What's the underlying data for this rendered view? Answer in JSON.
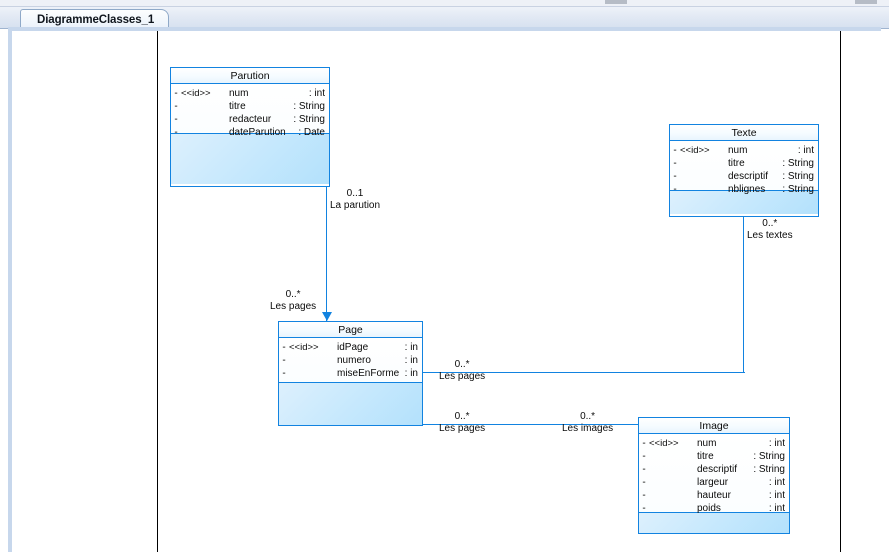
{
  "window": {
    "tab_label": "DiagrammeClasses_1"
  },
  "diagram": {
    "type": "uml-class-diagram",
    "classes": [
      {
        "id": "parution",
        "name": "Parution",
        "attributes": [
          {
            "visibility": "-",
            "stereotype": "<<id>>",
            "name": "num",
            "type": ": int"
          },
          {
            "visibility": "-",
            "stereotype": "",
            "name": "titre",
            "type": ": String"
          },
          {
            "visibility": "-",
            "stereotype": "",
            "name": "redacteur",
            "type": ": String"
          },
          {
            "visibility": "-",
            "stereotype": "",
            "name": "dateParution",
            "type": ": Date"
          }
        ]
      },
      {
        "id": "texte",
        "name": "Texte",
        "attributes": [
          {
            "visibility": "-",
            "stereotype": "<<id>>",
            "name": "num",
            "type": ": int"
          },
          {
            "visibility": "-",
            "stereotype": "",
            "name": "titre",
            "type": ": String"
          },
          {
            "visibility": "-",
            "stereotype": "",
            "name": "descriptif",
            "type": ": String"
          },
          {
            "visibility": "-",
            "stereotype": "",
            "name": "nblignes",
            "type": ": String"
          }
        ]
      },
      {
        "id": "page",
        "name": "Page",
        "attributes": [
          {
            "visibility": "-",
            "stereotype": "<<id>>",
            "name": "idPage",
            "type": ": in"
          },
          {
            "visibility": "-",
            "stereotype": "",
            "name": "numero",
            "type": ": in"
          },
          {
            "visibility": "-",
            "stereotype": "",
            "name": "miseEnForme",
            "type": ": in"
          }
        ]
      },
      {
        "id": "image",
        "name": "Image",
        "attributes": [
          {
            "visibility": "-",
            "stereotype": "<<id>>",
            "name": "num",
            "type": ": int"
          },
          {
            "visibility": "-",
            "stereotype": "",
            "name": "titre",
            "type": ": String"
          },
          {
            "visibility": "-",
            "stereotype": "",
            "name": "descriptif",
            "type": ": String"
          },
          {
            "visibility": "-",
            "stereotype": "",
            "name": "largeur",
            "type": ": int"
          },
          {
            "visibility": "-",
            "stereotype": "",
            "name": "hauteur",
            "type": ": int"
          },
          {
            "visibility": "-",
            "stereotype": "",
            "name": "poids",
            "type": ": int"
          }
        ]
      }
    ],
    "associations": [
      {
        "id": "parution-end",
        "multiplicity": "0..1",
        "role": "La parution"
      },
      {
        "id": "page-end",
        "multiplicity": "0..*",
        "role": "Les pages"
      },
      {
        "id": "textes-end",
        "multiplicity": "0..*",
        "role": "Les textes"
      },
      {
        "id": "pages-mid-end",
        "multiplicity": "0..*",
        "role": "Les pages"
      },
      {
        "id": "pages-low-end",
        "multiplicity": "0..*",
        "role": "Les pages"
      },
      {
        "id": "images-end",
        "multiplicity": "0..*",
        "role": "Les images"
      }
    ]
  }
}
